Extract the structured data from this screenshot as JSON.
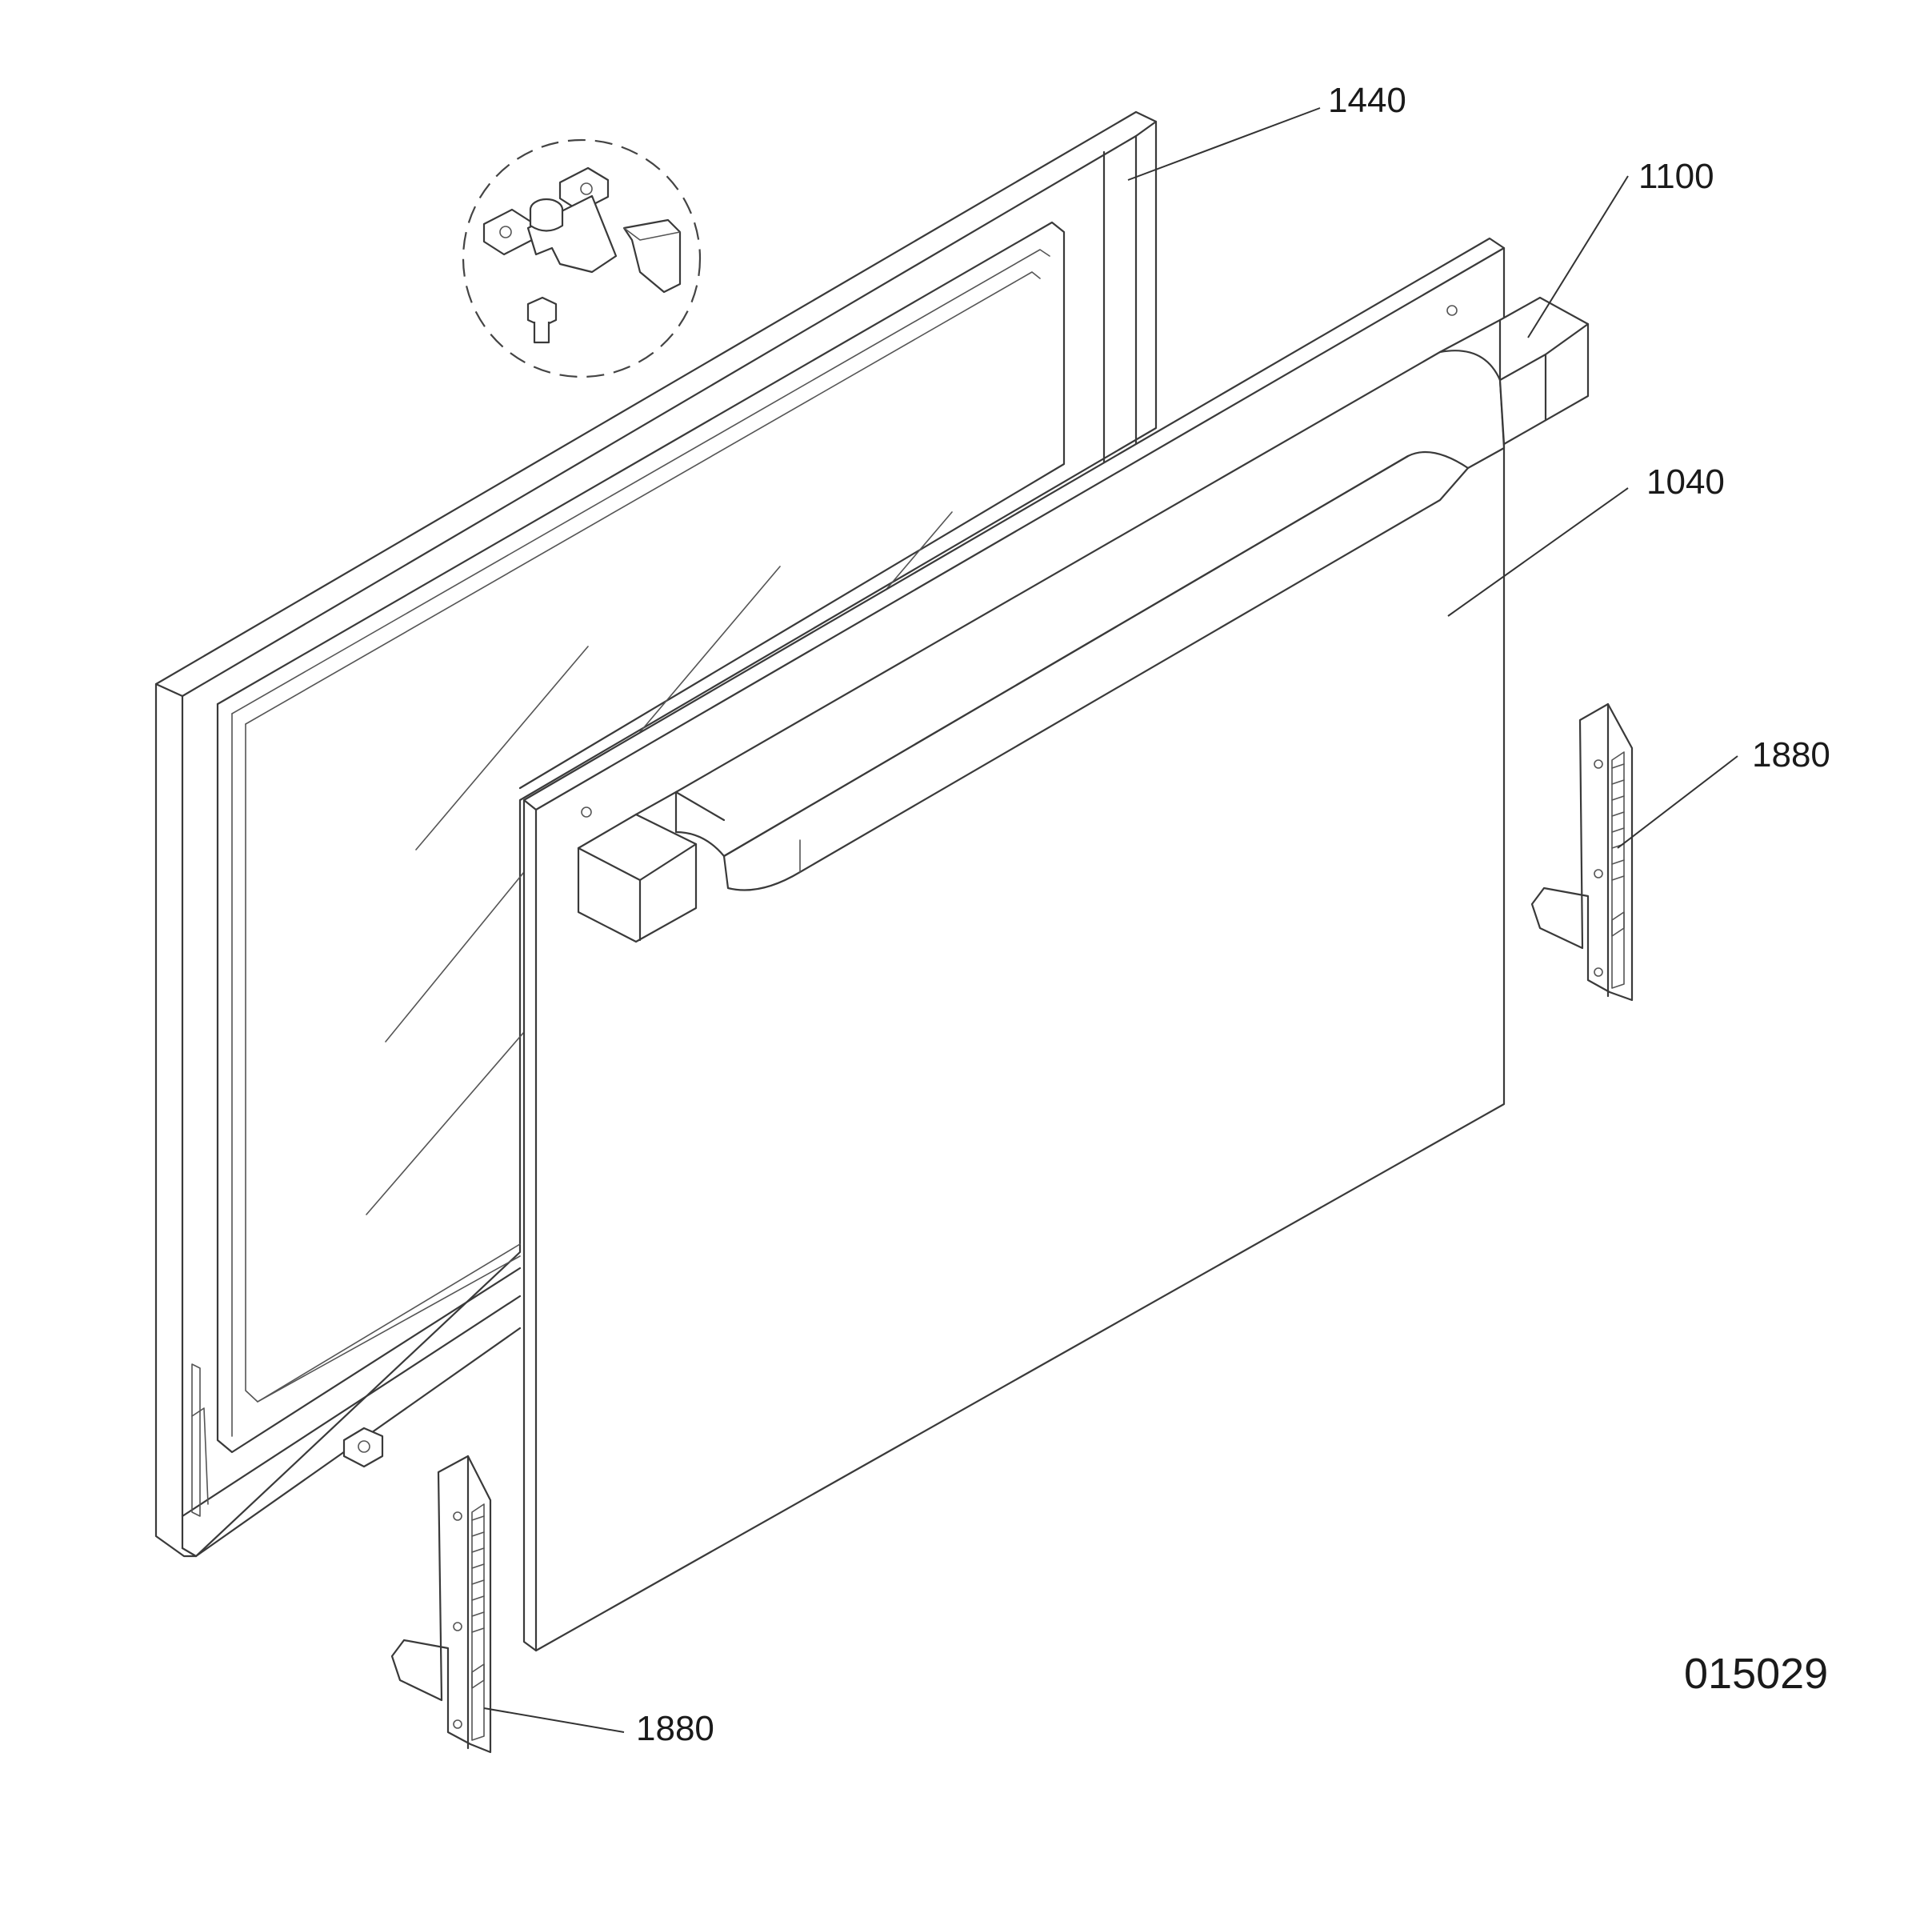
{
  "parts": {
    "outer_frame": {
      "number": "1440"
    },
    "handle": {
      "number": "1100"
    },
    "door_panel": {
      "number": "1040"
    },
    "hinge_right": {
      "number": "1880"
    },
    "hinge_left": {
      "number": "1880"
    }
  },
  "drawing_number": "015029"
}
